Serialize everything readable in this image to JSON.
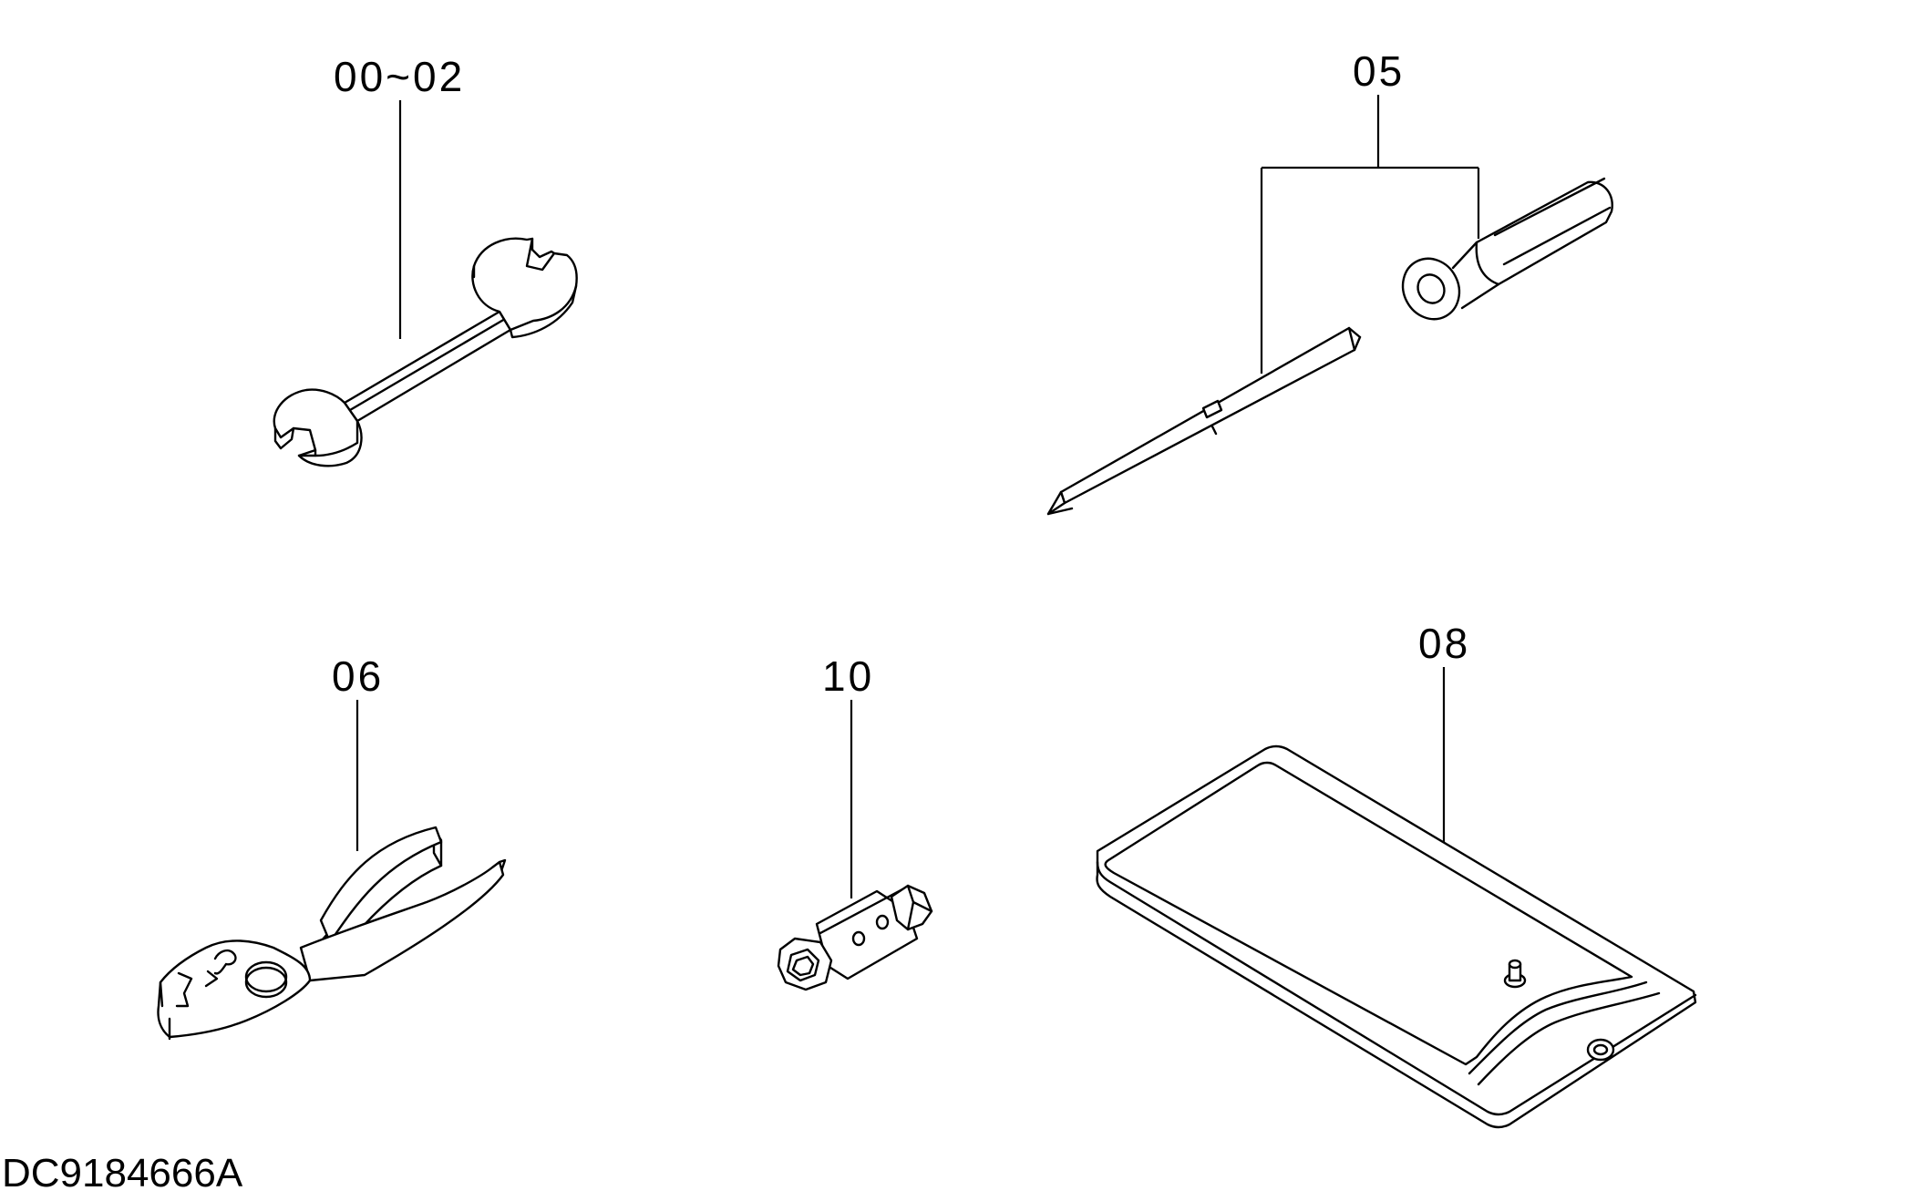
{
  "callouts": {
    "wrench": "00~02",
    "screwdriver": "05",
    "pliers": "06",
    "socket": "10",
    "tool_bag": "08"
  },
  "document_id": "DC9184666A",
  "line_color": "#000000",
  "background_color": "#ffffff",
  "icons": [
    "wrench-icon",
    "screwdriver-icon",
    "pliers-icon",
    "socket-adapter-icon",
    "tool-bag-icon"
  ]
}
